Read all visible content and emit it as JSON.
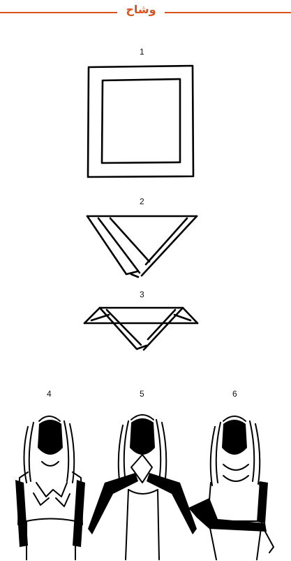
{
  "header": {
    "title": "وشاح",
    "accent_color": "#d9531e"
  },
  "steps": [
    {
      "number": "1",
      "illustration": "square-scarf"
    },
    {
      "number": "2",
      "illustration": "folded-triangle"
    },
    {
      "number": "3",
      "illustration": "folded-band"
    },
    {
      "number": "4",
      "illustration": "woman-scarf-draped"
    },
    {
      "number": "5",
      "illustration": "woman-scarf-crossed"
    },
    {
      "number": "6",
      "illustration": "woman-scarf-wrapped"
    }
  ]
}
